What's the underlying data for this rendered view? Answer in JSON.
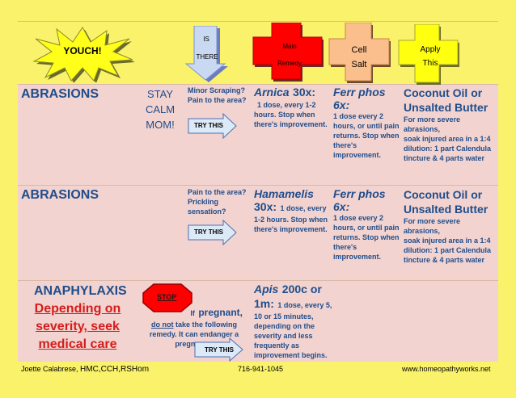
{
  "header": {
    "youch": "YOUCH!",
    "is": "IS",
    "there": "THERE",
    "main": "Main",
    "remedy": "Remedy",
    "cell": "Cell",
    "salt": "Salt",
    "apply": "Apply",
    "this": "This"
  },
  "rows": [
    {
      "condition": "ABRASIONS",
      "stay": [
        "STAY",
        "CALM",
        "MOM!"
      ],
      "question": [
        "Minor Scraping?",
        "Pain to the area?"
      ],
      "try": "TRY THIS",
      "remedy_name": "Arnica",
      "remedy_potency": "30x:",
      "remedy_desc": [
        "1 dose, every 1-2",
        "hours. Stop when",
        "there's improvement."
      ],
      "cell_title": "Ferr phos 6x:",
      "cell_desc": [
        "1 dose every 2",
        "hours, or until pain",
        "returns. Stop when",
        "there's",
        "improvement."
      ],
      "apply_title": [
        "Coconut Oil or",
        "Unsalted Butter"
      ],
      "apply_desc": [
        "For more severe abrasions,",
        "soak injured area in a 1:4",
        "dilution: 1 part Calendula",
        "tincture & 4 parts water"
      ]
    },
    {
      "condition": "ABRASIONS",
      "question": [
        "Pain to the area?",
        "Prickling",
        "sensation?"
      ],
      "try": "TRY THIS",
      "remedy_name": "Hamamelis",
      "remedy_potency": "30x:",
      "remedy_inline": "1 dose, every",
      "remedy_desc": [
        "1-2 hours. Stop when",
        "there's improvement."
      ],
      "cell_title": "Ferr phos 6x:",
      "cell_desc": [
        "1 dose every 2",
        "hours, or until pain",
        "returns. Stop when",
        "there's",
        "improvement."
      ],
      "apply_title": [
        "Coconut Oil or",
        "Unsalted Butter"
      ],
      "apply_desc": [
        "For more severe abrasions,",
        "soak injured area in a 1:4",
        "dilution: 1 part Calendula",
        "tincture & 4 parts water"
      ]
    },
    {
      "condition": "ANAPHYLAXIS",
      "care": [
        "Depending on",
        "severity, seek",
        "medical care"
      ],
      "stop": "STOP",
      "if_text": "If",
      "pregnant": "pregnant,",
      "do_not": "do not",
      "warn_rest": "take the following",
      "warn2": "remedy. It can endanger a",
      "warn3": "pregnancy.",
      "try": "TRY THIS",
      "remedy_name": "Apis",
      "remedy_potency": "200c or",
      "remedy_1m": "1m:",
      "remedy_inline": "1 dose, every 5,",
      "remedy_desc": [
        "10 or 15 minutes,",
        "depending on the",
        "severity and less",
        "frequently as",
        "improvement begins."
      ]
    }
  ],
  "footer": {
    "author": "Joette Calabrese, ",
    "creds": "HMC,CCH,RSHom",
    "phone": "716-941-1045",
    "site": "www.homeopathyworks.net"
  },
  "colors": {
    "background": "#f9f26a",
    "band": "#f2d3cf",
    "text_blue": "#1f4d8c",
    "red": "#d51c1c"
  }
}
